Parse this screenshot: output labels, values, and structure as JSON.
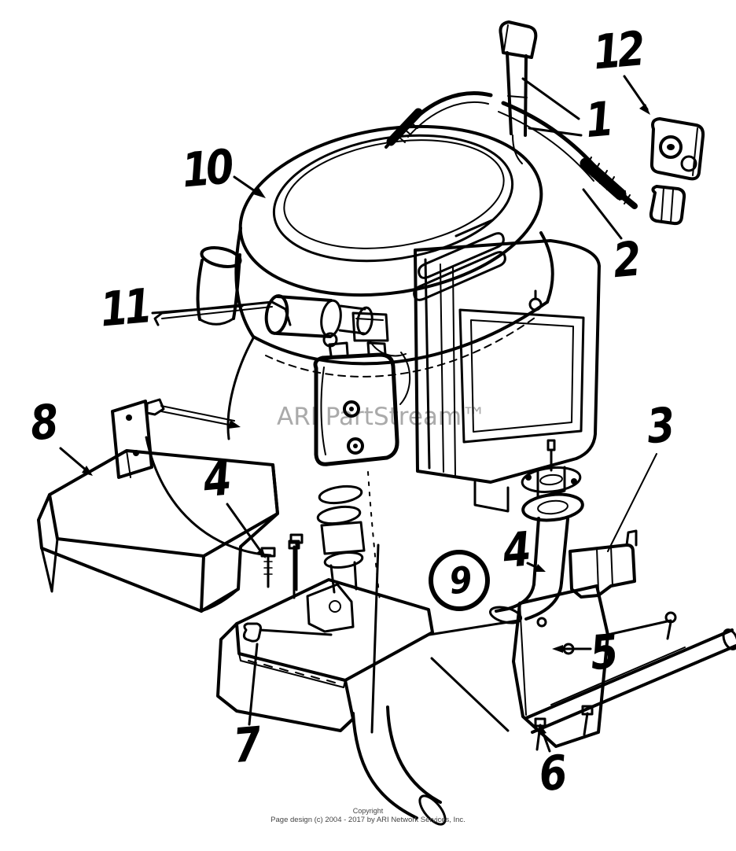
{
  "diagram": {
    "watermark": "ARI PartStream™",
    "callouts": [
      {
        "id": "1",
        "label": "1"
      },
      {
        "id": "2",
        "label": "2"
      },
      {
        "id": "3",
        "label": "3"
      },
      {
        "id": "4-left",
        "label": "4"
      },
      {
        "id": "4-right",
        "label": "4"
      },
      {
        "id": "5",
        "label": "5"
      },
      {
        "id": "6",
        "label": "6"
      },
      {
        "id": "7",
        "label": "7"
      },
      {
        "id": "8",
        "label": "8"
      },
      {
        "id": "9",
        "label": "9",
        "circled": true
      },
      {
        "id": "10",
        "label": "10"
      },
      {
        "id": "11",
        "label": "11"
      },
      {
        "id": "12",
        "label": "12"
      }
    ],
    "footer": {
      "line1": "Copyright",
      "line2": "Page design (c) 2004 - 2017 by ARI Network Services, Inc."
    },
    "colors": {
      "line": "#000000",
      "watermark": "#aaaaaa",
      "background": "#ffffff",
      "footer_text": "#444444"
    }
  }
}
